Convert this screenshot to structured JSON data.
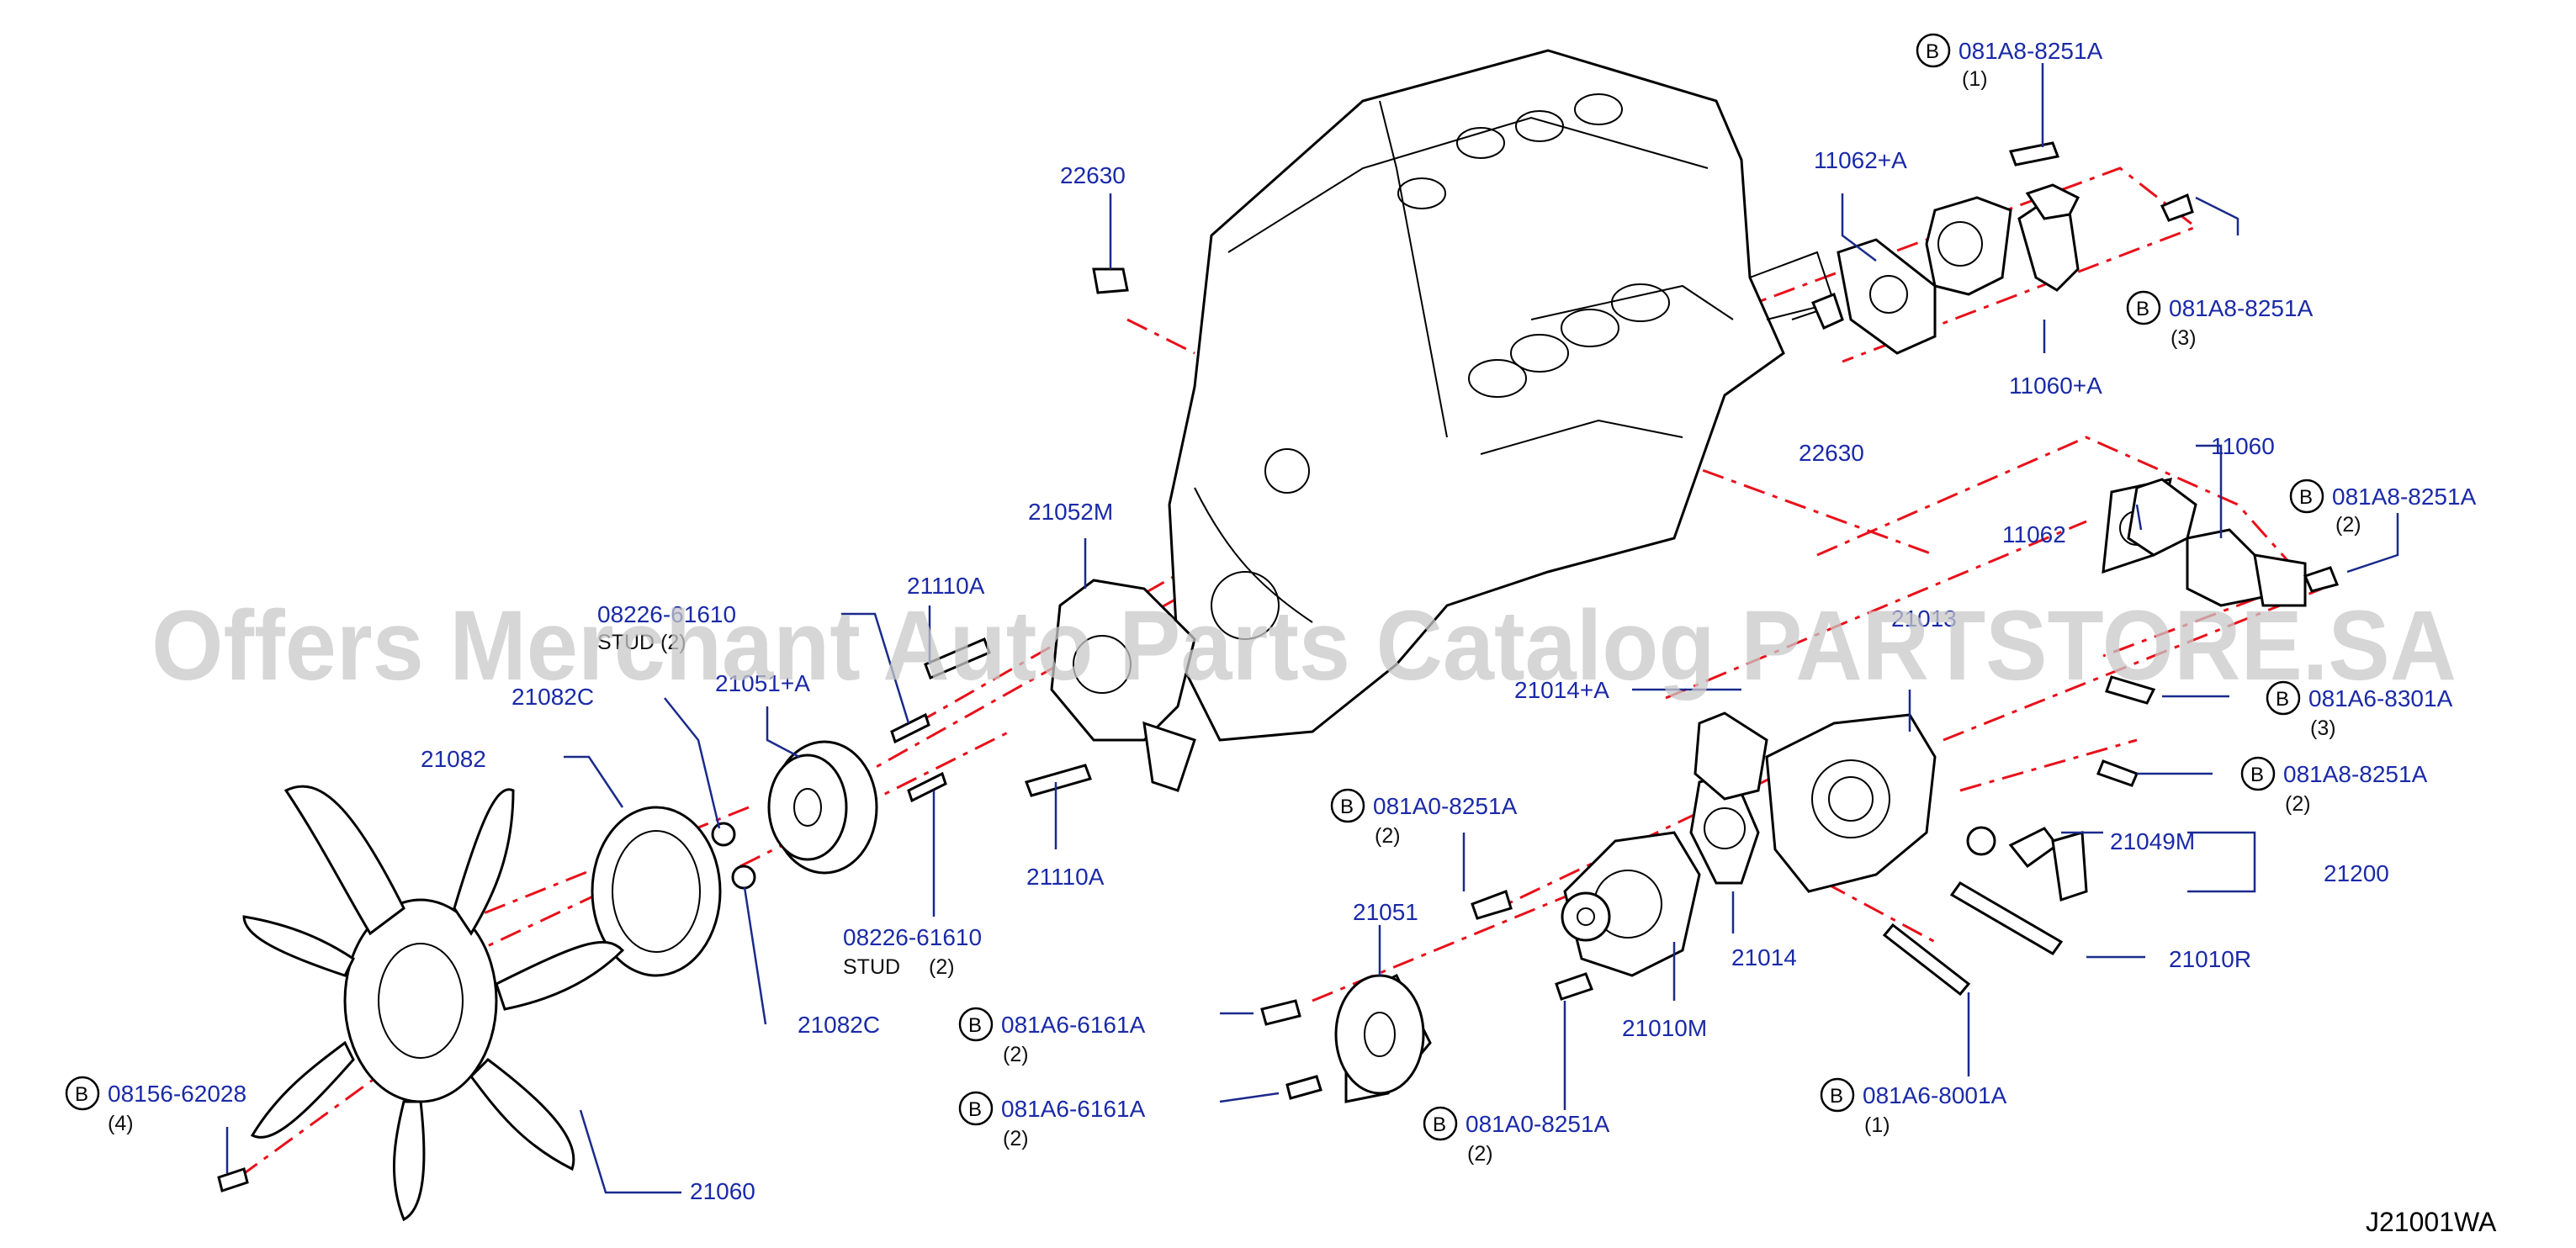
{
  "watermark": "Offers Merchant Auto Parts Catalog PARTSTORE.SA",
  "diagram_code": "J21001WA",
  "bolt_marker": "B",
  "labels": {
    "p22630_top": "22630",
    "p22630_right": "22630",
    "p11062a": "11062+A",
    "p11060a": "11060+A",
    "p11060": "11060",
    "p11062": "11062",
    "p21013": "21013",
    "p21014a": "21014+A",
    "p21014": "21014",
    "p21049m": "21049M",
    "p21200": "21200",
    "p21010r": "21010R",
    "p21010m": "21010M",
    "p21051": "21051",
    "p21052m": "21052M",
    "p21110a_top": "21110A",
    "p21110a_bot": "21110A",
    "p08226_top": "08226-61610",
    "stud_top": "STUD (2)",
    "p21051a": "21051+A",
    "p21082c_top": "21082C",
    "p21082c_bot": "21082C",
    "p21082": "21082",
    "p08226_bot": "08226-61610",
    "stud_bot": "STUD",
    "stud_bot_qty": "(2)",
    "p21060": "21060"
  },
  "bolts": {
    "b1": {
      "part": "081A8-8251A",
      "qty": "(1)"
    },
    "b2": {
      "part": "081A8-8251A",
      "qty": "(3)"
    },
    "b3": {
      "part": "081A8-8251A",
      "qty": "(2)"
    },
    "b4": {
      "part": "081A6-8301A",
      "qty": "(3)"
    },
    "b5": {
      "part": "081A8-8251A",
      "qty": "(2)"
    },
    "b6": {
      "part": "081A0-8251A",
      "qty": "(2)"
    },
    "b7": {
      "part": "081A6-6161A",
      "qty": "(2)"
    },
    "b8": {
      "part": "081A6-6161A",
      "qty": "(2)"
    },
    "b9": {
      "part": "081A0-8251A",
      "qty": "(2)"
    },
    "b10": {
      "part": "081A6-8001A",
      "qty": "(1)"
    },
    "b11": {
      "part": "08156-62028",
      "qty": "(4)"
    }
  },
  "colors": {
    "label": "#1a2aa8",
    "leader": "#1a2a8c",
    "centerline": "#e8101a",
    "watermark": "#c8c8c8"
  }
}
